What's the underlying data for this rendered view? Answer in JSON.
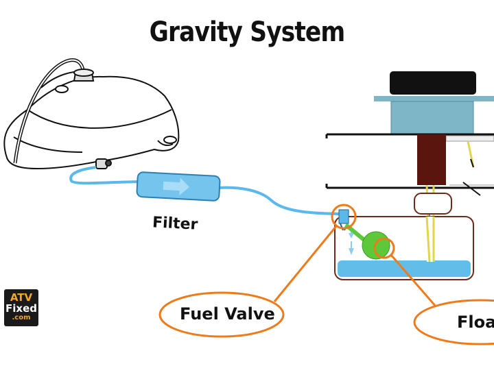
{
  "diagram": {
    "title": "Gravity System",
    "labels": {
      "filter": "Filter",
      "fuel_valve": "Fuel Valve",
      "float": "Float"
    },
    "logo": {
      "line1": "ATV",
      "line2": "Fixed",
      "line3": ".com"
    },
    "colors": {
      "fuel_line": "#5bb8ea",
      "callout": "#f07a1a",
      "float": "#5cc83a",
      "fuel": "#62bde9",
      "bowl_outline": "#6b2a1a",
      "needle": "#5a160e",
      "cap": "#111111",
      "carb_top": "#7fb6c7",
      "logo_bg": "#1a1a1a",
      "logo_accent": "#f5a623"
    }
  }
}
